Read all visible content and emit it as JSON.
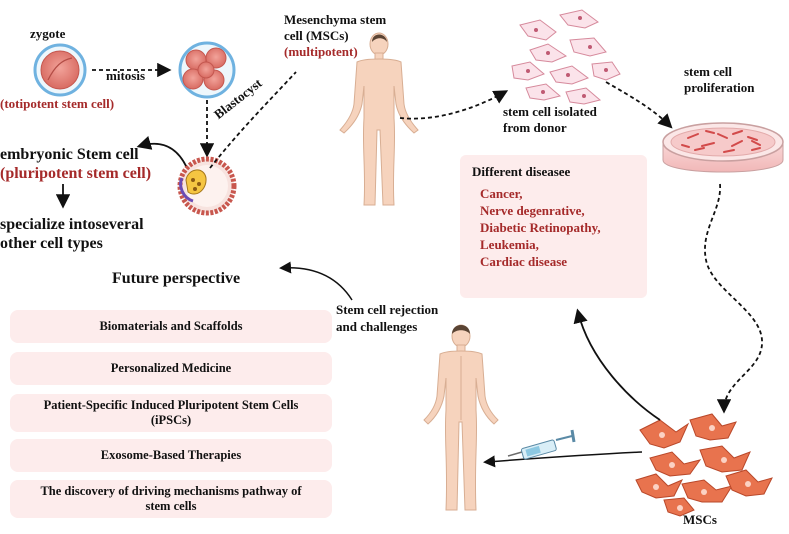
{
  "labels": {
    "zygote": "zygote",
    "mitosis": "mitosis",
    "totipotent": "(totipotent stem cell)",
    "blastocyst": "Blastocyst",
    "embryonic": "embryonic Stem cell",
    "pluripotent": "(pluripotent stem cell)",
    "specialize_1": "specialize intoseveral",
    "specialize_2": "other cell types",
    "msc_title_1": "Mesenchyma stem",
    "msc_title_2": "cell (MSCs)",
    "multipotent": "(multipotent)",
    "isolated_1": "stem cell isolated",
    "isolated_2": "from donor",
    "proliferation_1": "stem cell",
    "proliferation_2": "proliferation",
    "rejection_1": "Stem cell rejection",
    "rejection_2": "and challenges",
    "mscs": "MSCs",
    "future": "Future perspective"
  },
  "diseases": {
    "title": "Different diseasee",
    "items": [
      "Cancer,",
      "Nerve degenrative,",
      "Diabetic Retinopathy,",
      "Leukemia,",
      "Cardiac disease"
    ]
  },
  "perspectives": [
    "Biomaterials and Scaffolds",
    "Personalized Medicine",
    "Patient-Specific Induced Pluripotent Stem Cells (iPSCs)",
    "Exosome-Based Therapies",
    "The discovery of driving mechanisms pathway of stem cells"
  ],
  "colors": {
    "accent_red": "#a52a2a",
    "box_pink": "#fdecec",
    "skin": "#f6d3bd",
    "cell_orange": "#e8734e"
  }
}
